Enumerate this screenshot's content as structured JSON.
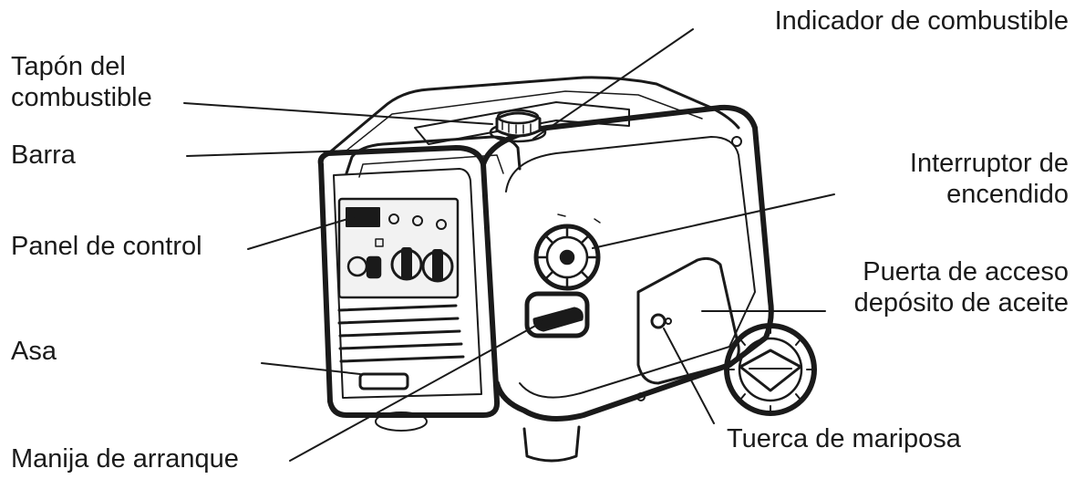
{
  "labels": {
    "fuel_cap": [
      "Tapón del",
      "combustible"
    ],
    "bar": "Barra",
    "control_panel": "Panel de control",
    "handle": "Asa",
    "start_handle": "Manija de arranque",
    "fuel_indicator": "Indicador de combustible",
    "power_switch": [
      "Interruptor de",
      "encendido"
    ],
    "oil_door": [
      "Puerta de acceso",
      "depósito de aceite"
    ],
    "wing_nut": "Tuerca de mariposa"
  },
  "colors": {
    "ink": "#1a1a1a",
    "background": "#ffffff",
    "panel": "#f2f2f2"
  }
}
